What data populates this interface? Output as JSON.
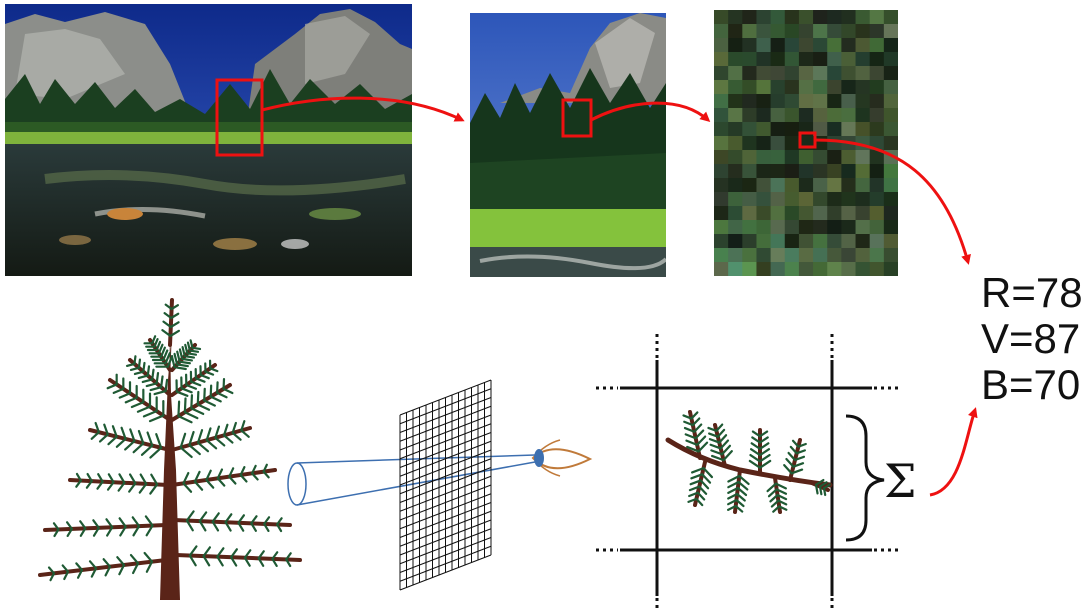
{
  "pixel_values": {
    "r": "R=78",
    "v": "V=87",
    "b": "B=70"
  },
  "sum_symbol": "Σ",
  "colors": {
    "arrow": "#ee1111",
    "zoom_box": "#ee1111",
    "foliage": "#1f5a34",
    "trunk": "#5a2418",
    "eye_outline": "#c07a3a",
    "eye_iris": "#3d6fb0",
    "cone": "#3d6fb0",
    "grid": "#111111"
  },
  "icons": [
    "landscape-photo",
    "zoomed-photo",
    "pixelated-photo",
    "tree-icon",
    "view-cone-icon",
    "pixel-grid-icon",
    "eye-icon",
    "branch-icon",
    "curly-brace-icon"
  ]
}
